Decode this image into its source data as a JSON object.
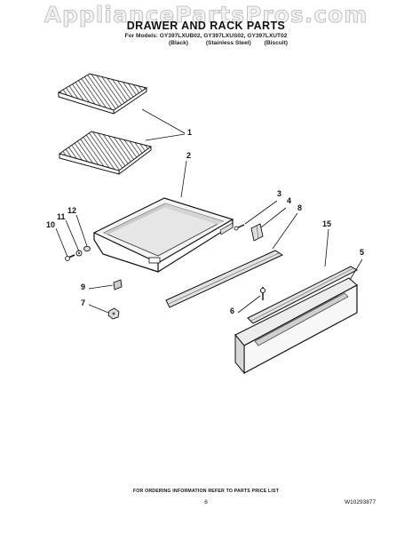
{
  "watermark": "AppliancePartsPros.com",
  "header": {
    "title": "DRAWER AND RACK PARTS",
    "models": "For Models: GY397LXUB02, GY397LXUS02, GY397LXUT02",
    "colors": [
      "(Black)",
      "(Stainless Steel)",
      "(Biscuit)"
    ]
  },
  "callouts": {
    "rack": "1",
    "drawer": "2",
    "part3": "3",
    "part4": "4",
    "panel": "5",
    "part6": "6",
    "part7": "7",
    "part8": "8",
    "part9": "9",
    "part10": "10",
    "part11": "11",
    "part12": "12",
    "part15": "15"
  },
  "footer": {
    "note": "FOR ORDERING INFORMATION REFER TO PARTS PRICE LIST",
    "page": "6",
    "doc_number": "W10293877"
  }
}
